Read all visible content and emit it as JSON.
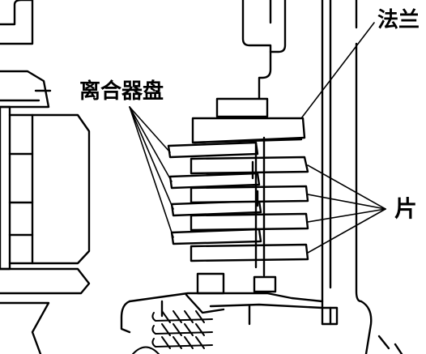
{
  "labels": {
    "flange": "法兰",
    "clutch_disc": "离合器盘",
    "plate": "片"
  },
  "colors": {
    "line": "#000000",
    "fill": "#ffffff"
  }
}
